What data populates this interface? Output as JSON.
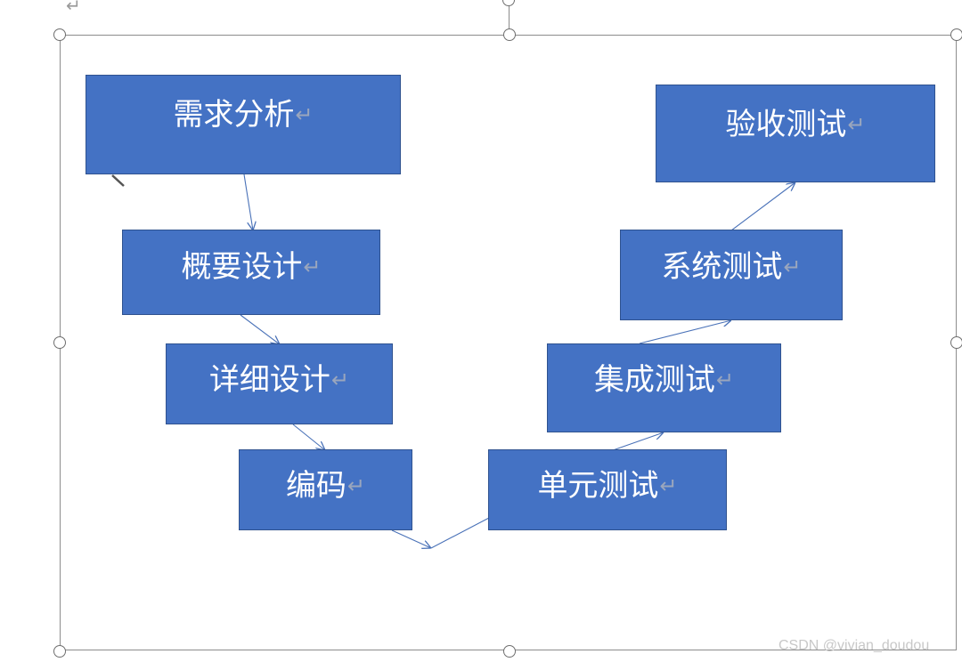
{
  "diagram": {
    "nodes": [
      {
        "id": "requirements",
        "label": "需求分析"
      },
      {
        "id": "overview-design",
        "label": "概要设计"
      },
      {
        "id": "detail-design",
        "label": "详细设计"
      },
      {
        "id": "coding",
        "label": "编码"
      },
      {
        "id": "unit-test",
        "label": "单元测试"
      },
      {
        "id": "integration-test",
        "label": "集成测试"
      },
      {
        "id": "system-test",
        "label": "系统测试"
      },
      {
        "id": "acceptance-test",
        "label": "验收测试"
      }
    ],
    "edges": [
      {
        "from": "requirements",
        "to": "overview-design"
      },
      {
        "from": "overview-design",
        "to": "detail-design"
      },
      {
        "from": "detail-design",
        "to": "coding"
      },
      {
        "from": "coding",
        "to": "unit-test"
      },
      {
        "from": "unit-test",
        "to": "integration-test"
      },
      {
        "from": "integration-test",
        "to": "system-test"
      },
      {
        "from": "system-test",
        "to": "acceptance-test"
      }
    ],
    "paragraph_mark": "↵",
    "colors": {
      "node_fill": "#4472c4",
      "node_border": "#2f528f",
      "arrow": "#4a72b8",
      "text": "#ffffff"
    }
  },
  "watermark": "CSDN @vivian_doudou"
}
